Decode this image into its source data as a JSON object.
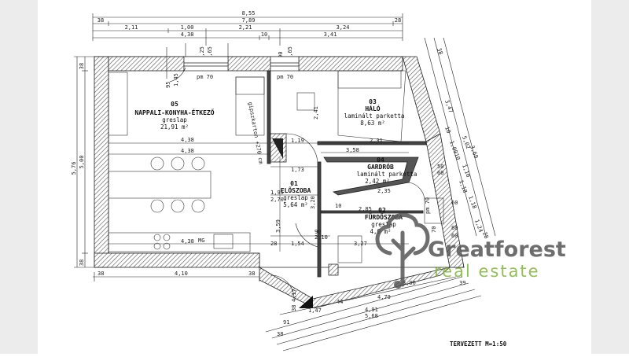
{
  "rooms": [
    {
      "num": "05",
      "name": "NAPPALI-KONYHA-ÉTKEZŐ",
      "floor": "greslap",
      "area": "21,91 m²"
    },
    {
      "num": "03",
      "name": "HÁLÓ",
      "floor": "laminált parketta",
      "area": "8,63 m²"
    },
    {
      "num": "04",
      "name": "GARDRÓB",
      "floor": "laminált parketta",
      "area": "2,42 m²"
    },
    {
      "num": "01",
      "name": "ELŐSZOBA",
      "floor": "greslap",
      "area": "5,64 m²"
    },
    {
      "num": "02",
      "name": "FÜRDŐSZOBA",
      "floor": "greslap",
      "area": "4,0 m²"
    }
  ],
  "dims": {
    "top1": "8,55",
    "top2a": "38",
    "top2b": "7,89",
    "top2c": "28",
    "top3a": "2,11",
    "top3b": "1,00",
    "top3c": "2,21",
    "top3d": "3,24",
    "top4a": "4,38",
    "top4b": "10",
    "top4c": "3,41",
    "left1": "5,76",
    "left2": "5,00",
    "left3a": "38",
    "left3b": "38",
    "win1a": "1,25",
    "win1b": "1,65",
    "win2a": "90",
    "win2b": "1,65",
    "pm1": "pm 70",
    "pm2": "pm 70",
    "v95": "95",
    "v145": "1,45",
    "r438a": "4,38",
    "r438b": "4,38",
    "r438c": "4,38",
    "r119": "1,19",
    "r173": "1,73",
    "r195": "1,95",
    "r270": "2,70",
    "r320": "3,20",
    "r359": "3,59",
    "r358": "3,58",
    "r231": "2,31",
    "r241": "2,41",
    "r235": "2,35",
    "r285": "2,85",
    "r10": "10",
    "r90": "90",
    "r210": "2,10",
    "r154": "1,54",
    "r327": "3,27",
    "r28": "28",
    "mg": "MG",
    "gv": "gipszkarton +270 cm",
    "r50": "50",
    "r60a": "60",
    "r60b": "60",
    "r80": "80",
    "r60c": "60",
    "r70": "70",
    "pm3": "pm 70",
    "b38": "38",
    "b410": "4,10",
    "b38b": "38",
    "bot1": "3,00",
    "bot2": "39",
    "bot3": "4,79",
    "bot4": "1,47",
    "bot5": "44",
    "bot6": "91",
    "bot7": "4,91",
    "bot8": "38",
    "bot9": "5,68",
    "d4": "4,17",
    "d38": "38",
    "diag1": "38",
    "diag2": "3,47",
    "diag3": "3,69",
    "diag4": "5,02",
    "diag5": "10",
    "diag6": "1,09",
    "diag7": "1,18",
    "diag8": "1,24",
    "diag9": "10",
    "diag10": "1,10",
    "diag11": "1,18",
    "diag12": "28"
  },
  "logo": {
    "word": "Greatforest",
    "sub": "real estate",
    "color_accent": "#7fb43a",
    "color_text": "#555555"
  },
  "note": "TERVEZETT  M=1:50"
}
